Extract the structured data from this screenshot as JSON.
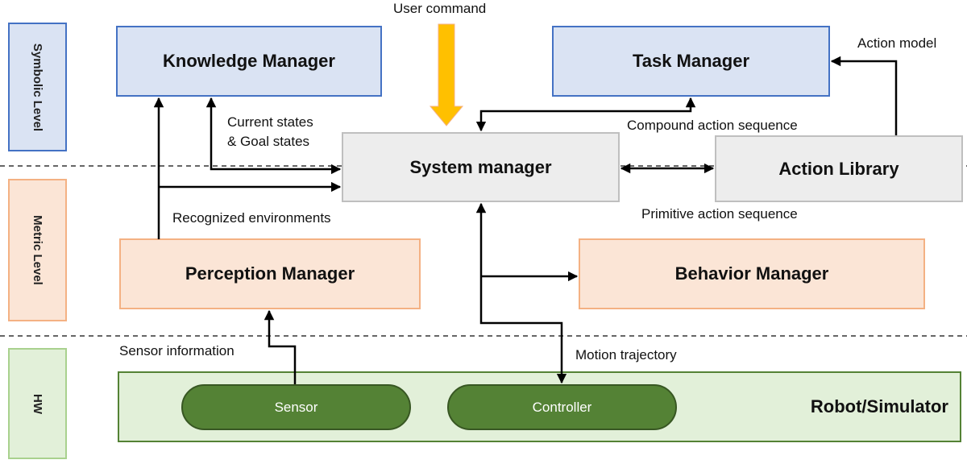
{
  "levels": {
    "symbolic": "Symbolic Level",
    "metric": "Metric Level",
    "hw": "HW"
  },
  "boxes": {
    "knowledge_manager": "Knowledge Manager",
    "task_manager": "Task Manager",
    "system_manager": "System manager",
    "action_library": "Action Library",
    "perception_manager": "Perception Manager",
    "behavior_manager": "Behavior Manager",
    "robot_simulator": "Robot/Simulator",
    "sensor": "Sensor",
    "controller": "Controller"
  },
  "labels": {
    "user_command": "User command",
    "action_model": "Action model",
    "current_states": "Current  states",
    "goal_states": "& Goal states",
    "compound_action_sequence": "Compound action sequence",
    "recognized_environments": "Recognized environments",
    "primitive_action_sequence": "Primitive action sequence",
    "sensor_information": "Sensor information",
    "motion_trajectory": "Motion trajectory"
  },
  "colors": {
    "symbolic_fill": "#dae3f3",
    "symbolic_border": "#4472c4",
    "metric_fill": "#fbe5d6",
    "metric_border": "#f4b183",
    "system_fill": "#ededed",
    "hw_fill": "#e2f0d9",
    "hw_component": "#548235",
    "user_command_arrow": "#ffc000"
  }
}
